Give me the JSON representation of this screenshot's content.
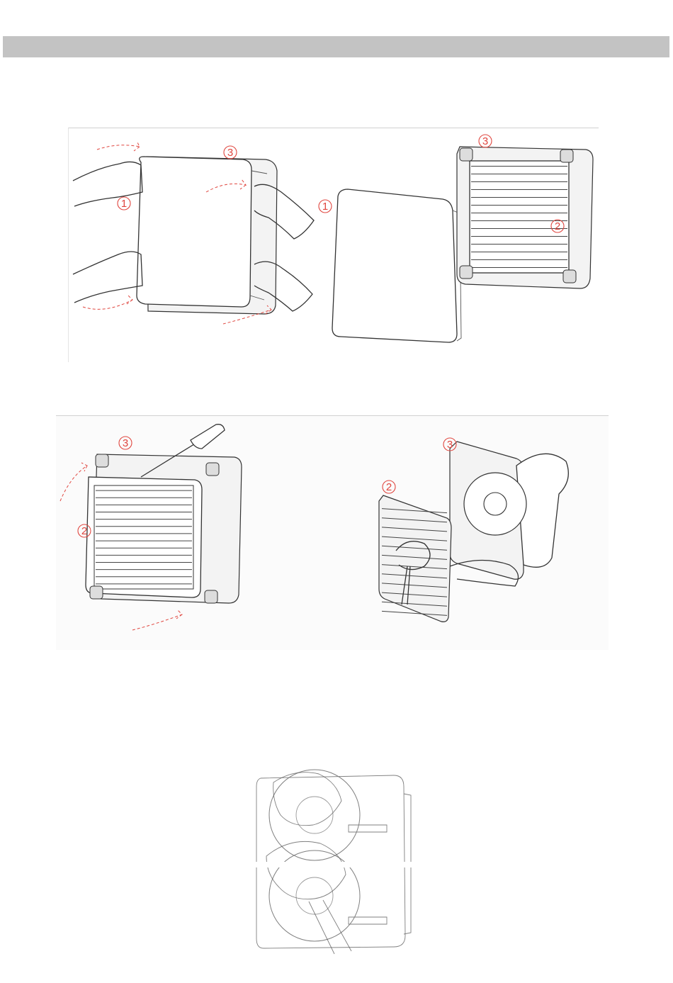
{
  "callouts": {
    "cover": "1",
    "grille": "2",
    "housing": "3"
  },
  "colors": {
    "header_bar": "#c3c3c3",
    "callout": "#e0463f",
    "line_art": "#333333"
  }
}
